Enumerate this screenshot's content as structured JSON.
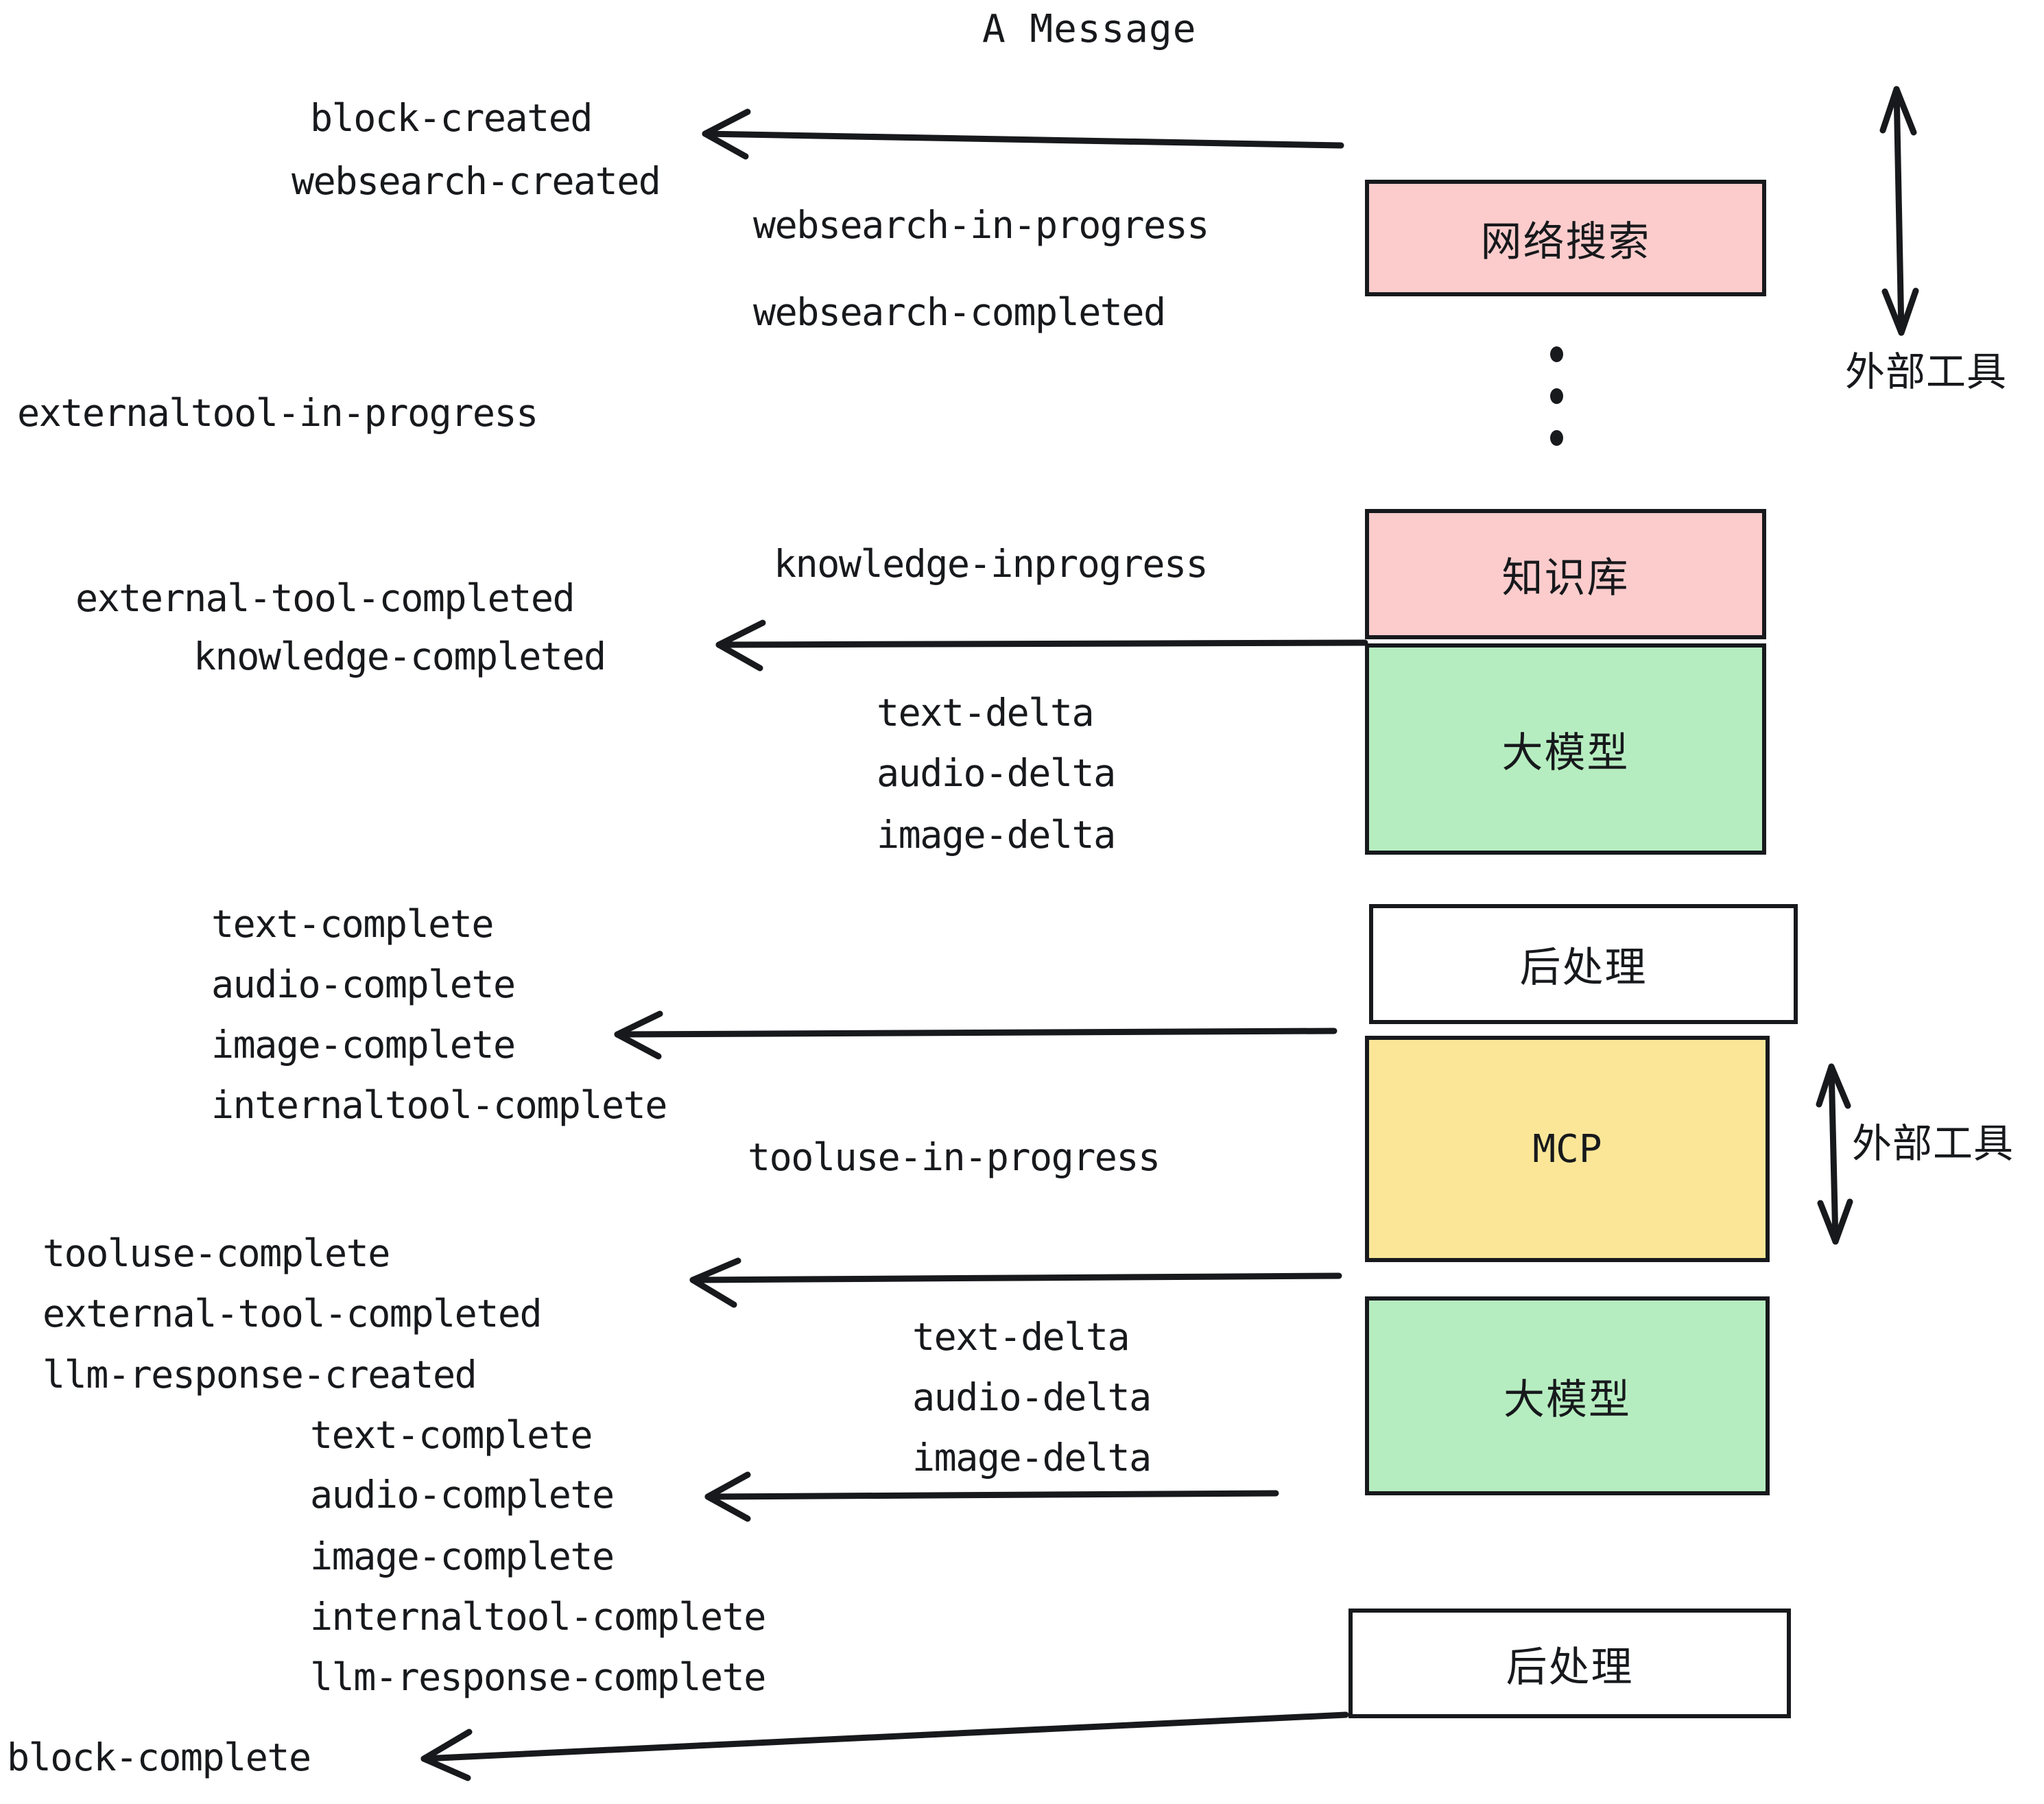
{
  "title": "A Message",
  "colors": {
    "pink": "#fccccc",
    "green": "#b6edc0",
    "yellow": "#fbe698",
    "white": "#ffffff",
    "stroke": "#17191c",
    "text": "#17191c"
  },
  "boxes": [
    {
      "id": "websearch",
      "label": "网络搜索",
      "fill": "#fccccc",
      "mono": false
    },
    {
      "id": "knowledge",
      "label": "知识库",
      "fill": "#fccccc",
      "mono": false
    },
    {
      "id": "llm-top",
      "label": "大模型",
      "fill": "#b6edc0",
      "mono": false
    },
    {
      "id": "postprocess-top",
      "label": "后处理",
      "fill": "#ffffff",
      "mono": false
    },
    {
      "id": "mcp",
      "label": "MCP",
      "fill": "#fbe698",
      "mono": true
    },
    {
      "id": "llm-bottom",
      "label": "大模型",
      "fill": "#b6edc0",
      "mono": false
    },
    {
      "id": "postprocess-bottom",
      "label": "后处理",
      "fill": "#ffffff",
      "mono": false
    }
  ],
  "group_labels": [
    {
      "id": "external-tools-top",
      "label": "外部工具"
    },
    {
      "id": "external-tools-bottom",
      "label": "外部工具"
    }
  ],
  "events": [
    {
      "id": "block-created",
      "text": "block-created"
    },
    {
      "id": "websearch-created",
      "text": "websearch-created"
    },
    {
      "id": "websearch-in-progress",
      "text": "websearch-in-progress"
    },
    {
      "id": "websearch-completed",
      "text": "websearch-completed"
    },
    {
      "id": "externaltool-in-progress",
      "text": "externaltool-in-progress"
    },
    {
      "id": "knowledge-inprogress",
      "text": "knowledge-inprogress"
    },
    {
      "id": "external-tool-completed-1",
      "text": "external-tool-completed"
    },
    {
      "id": "knowledge-completed",
      "text": "knowledge-completed"
    },
    {
      "id": "text-delta-1",
      "text": "text-delta"
    },
    {
      "id": "audio-delta-1",
      "text": "audio-delta"
    },
    {
      "id": "image-delta-1",
      "text": "image-delta"
    },
    {
      "id": "text-complete-1",
      "text": "text-complete"
    },
    {
      "id": "audio-complete-1",
      "text": "audio-complete"
    },
    {
      "id": "image-complete-1",
      "text": "image-complete"
    },
    {
      "id": "internaltool-complete-1",
      "text": "internaltool-complete"
    },
    {
      "id": "tooluse-in-progress",
      "text": "tooluse-in-progress"
    },
    {
      "id": "tooluse-complete",
      "text": "tooluse-complete"
    },
    {
      "id": "external-tool-completed-2",
      "text": "external-tool-completed"
    },
    {
      "id": "llm-response-created",
      "text": "llm-response-created"
    },
    {
      "id": "text-delta-2",
      "text": "text-delta"
    },
    {
      "id": "audio-delta-2",
      "text": "audio-delta"
    },
    {
      "id": "image-delta-2",
      "text": "image-delta"
    },
    {
      "id": "text-complete-2",
      "text": "text-complete"
    },
    {
      "id": "audio-complete-2",
      "text": "audio-complete"
    },
    {
      "id": "image-complete-2",
      "text": "image-complete"
    },
    {
      "id": "internaltool-complete-2",
      "text": "internaltool-complete"
    },
    {
      "id": "llm-response-complete",
      "text": "llm-response-complete"
    },
    {
      "id": "block-complete",
      "text": "block-complete"
    }
  ]
}
